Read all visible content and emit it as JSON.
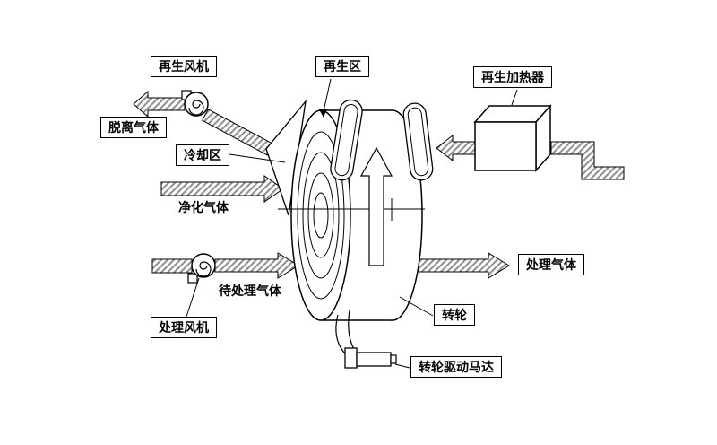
{
  "diagram": {
    "labels": {
      "regen_fan": "再生风机",
      "regen_zone": "再生区",
      "regen_heater": "再生加热器",
      "desorbed_gas": "脱离气体",
      "cooling_zone": "冷却区",
      "purified_gas": "净化气体",
      "untreated_gas": "待处理气体",
      "process_fan": "处理风机",
      "treated_gas": "处理气体",
      "rotor": "转轮",
      "rotor_drive_motor": "转轮驱动马达"
    },
    "colors": {
      "line": "#000000",
      "hatch_stripe": "#8f8f8f",
      "background": "#ffffff"
    },
    "icons": {
      "fan": "fan-icon",
      "heater": "heater-cube-icon",
      "rotor": "rotor-wheel-icon",
      "motor": "motor-icon",
      "flow": "hatched-flow-arrow"
    }
  }
}
